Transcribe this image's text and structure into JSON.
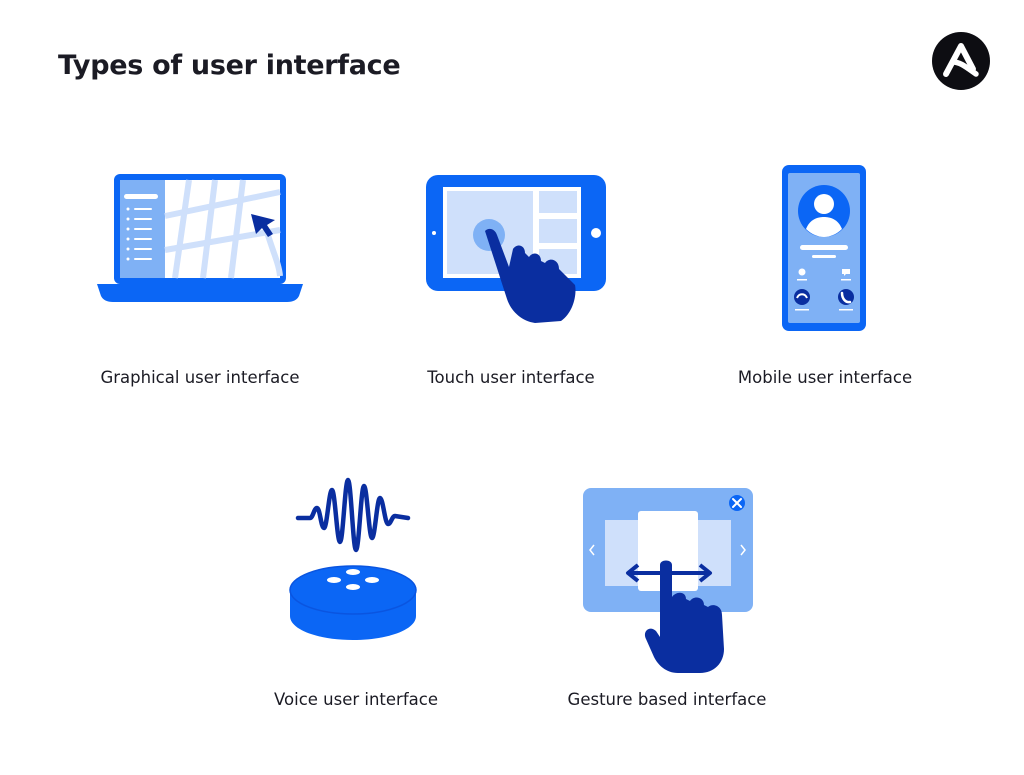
{
  "page": {
    "title": "Types of user interface"
  },
  "brand": {
    "logo_icon": "brand-a-logo-icon"
  },
  "colors": {
    "primary_blue": "#0b66f5",
    "dark_navy": "#0a2ea0",
    "light_blue": "#7fb1f5",
    "pale_blue": "#cfe0fb"
  },
  "items": [
    {
      "label": "Graphical user interface",
      "icon": "laptop-map-cursor-icon"
    },
    {
      "label": "Touch user interface",
      "icon": "tablet-touch-hand-icon"
    },
    {
      "label": "Mobile user interface",
      "icon": "smartphone-call-icon"
    },
    {
      "label": "Voice user interface",
      "icon": "smart-speaker-soundwave-icon"
    },
    {
      "label": "Gesture based interface",
      "icon": "swipe-gesture-hand-icon"
    }
  ]
}
